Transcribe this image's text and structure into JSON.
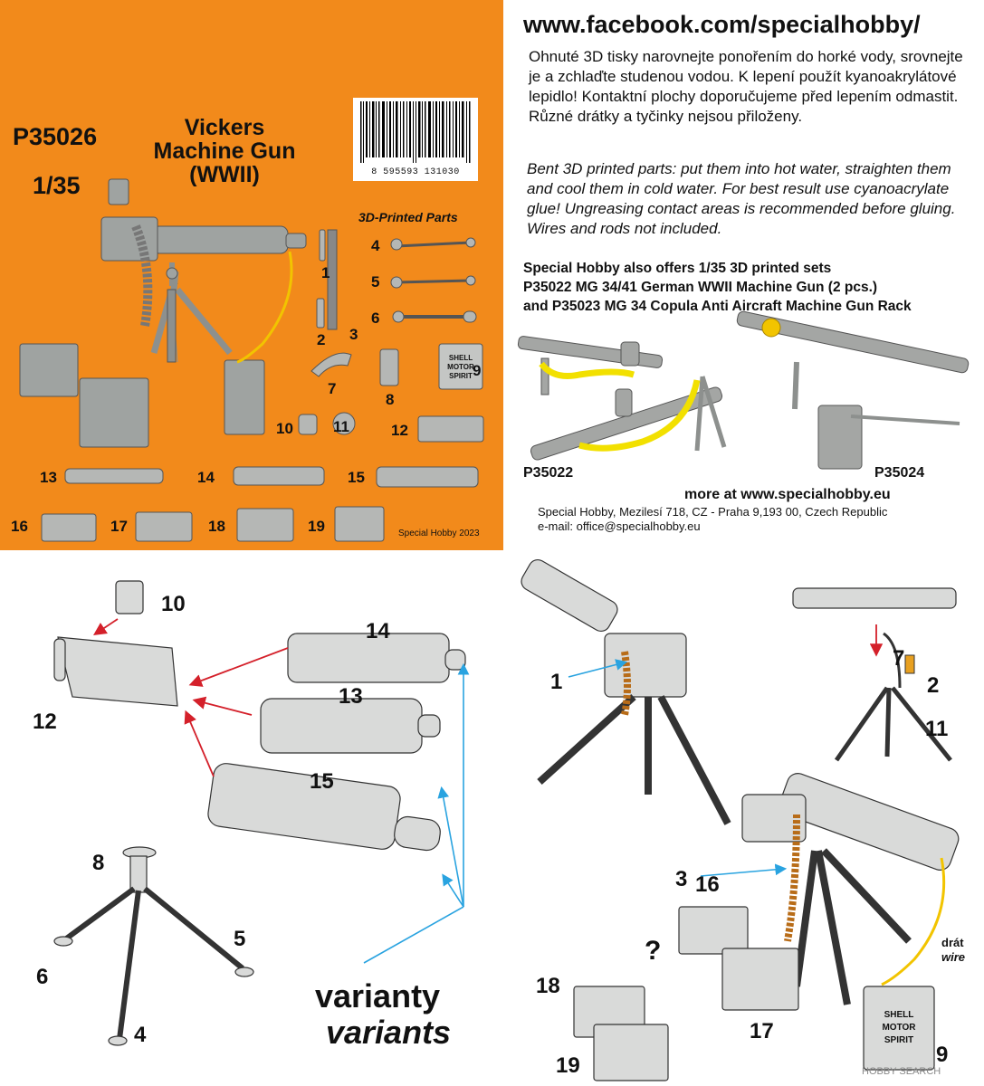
{
  "product": {
    "code": "P35026",
    "scale": "1/35",
    "title_lines": [
      "Vickers",
      "Machine Gun",
      "(WWII)"
    ],
    "barcode_number": "8 595593 131030",
    "printed_label": "3D-Printed Parts",
    "credit": "Special Hobby 2023"
  },
  "parts_numbers": [
    "1",
    "2",
    "3",
    "4",
    "5",
    "6",
    "7",
    "8",
    "9",
    "10",
    "11",
    "12",
    "13",
    "14",
    "15",
    "16",
    "17",
    "18",
    "19"
  ],
  "can_label": [
    "SHELL",
    "MOTOR",
    "SPIRIT"
  ],
  "header": {
    "facebook": "www.facebook.com/specialhobby/",
    "czech_text": "Ohnuté 3D tisky narovnejte ponořením do horké vody, srovnejte je a zchlaďte studenou vodou. K lepení použít kyanoakrylátové lepidlo! Kontaktní plochy doporučujeme před lepením odmastit. Různé drátky a tyčinky nejsou přiloženy.",
    "english_text": "Bent 3D printed parts: put them into hot water, straighten them and cool them in cold water. For best result use cyanoacrylate glue! Ungreasing contact areas  is recommended before gluing. Wires and rods not included.",
    "offer_lines": [
      "Special Hobby also offers 1/35 3D printed sets",
      "P35022 MG 34/41 German WWII Machine Gun (2 pcs.)",
      "and P35023 MG 34 Copula Anti Aircraft Machine Gun Rack"
    ],
    "caption_left": "P35022",
    "caption_right": "P35024",
    "more": "more at www.specialhobby.eu",
    "address": "Special Hobby, Mezilesí 718, CZ - Praha 9,193 00, Czech Republic",
    "email": "e-mail: office@specialhobby.eu"
  },
  "diagram": {
    "variants_cz": "varianty",
    "variants_en": "variants",
    "wire_cz": "drát",
    "wire_en": "wire",
    "question": "?"
  },
  "watermark": "HOBBY SEARCH",
  "colors": {
    "orange": "#f28a1b",
    "red_arrow": "#d4202a",
    "blue_arrow": "#29a3e0",
    "grey_part": "#a8aaa8",
    "yellow_wire": "#f2c400"
  }
}
